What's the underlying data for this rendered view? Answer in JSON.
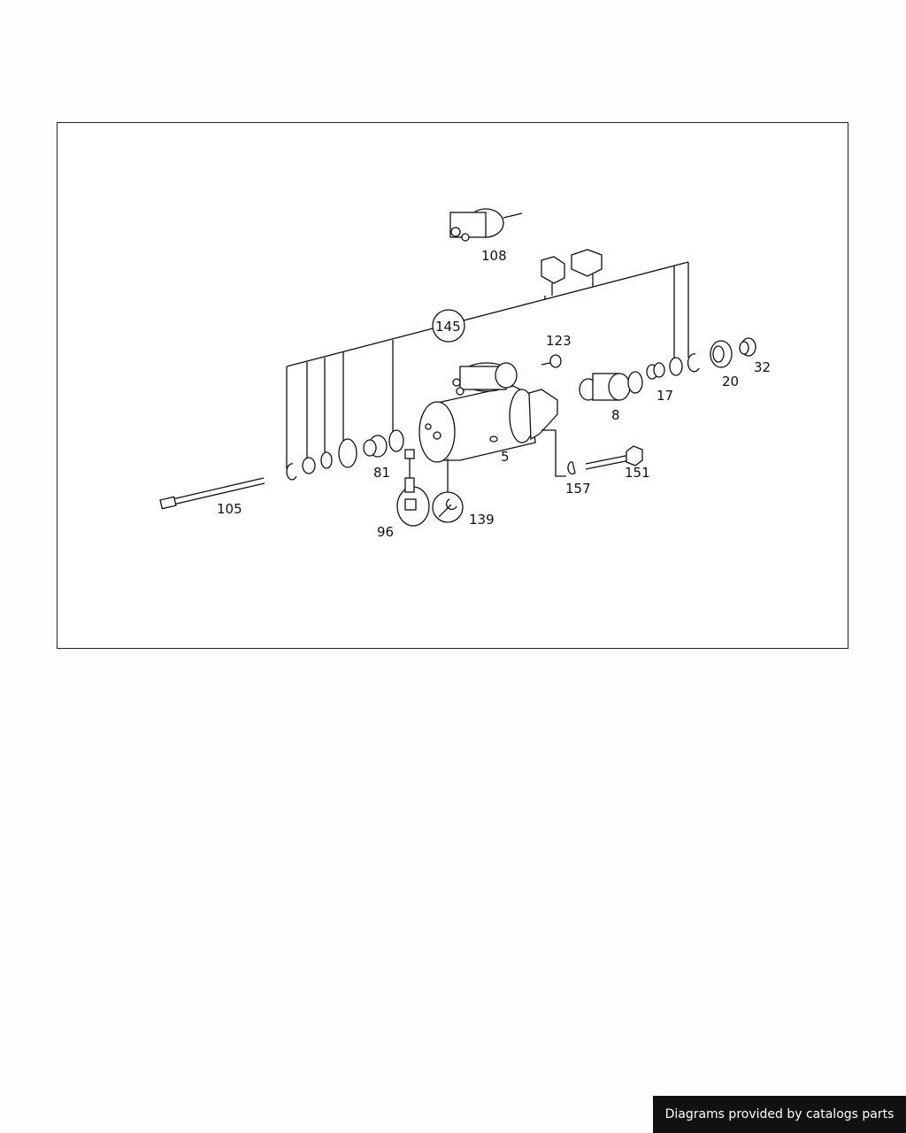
{
  "callouts": {
    "c108": "108",
    "c145": "145",
    "c123": "123",
    "c17": "17",
    "c20": "20",
    "c32": "32",
    "c8": "8",
    "c5": "5",
    "c81": "81",
    "c105": "105",
    "c96": "96",
    "c139": "139",
    "c157": "157",
    "c151": "151"
  },
  "footer": {
    "text": "Diagrams provided by catalogs parts"
  }
}
